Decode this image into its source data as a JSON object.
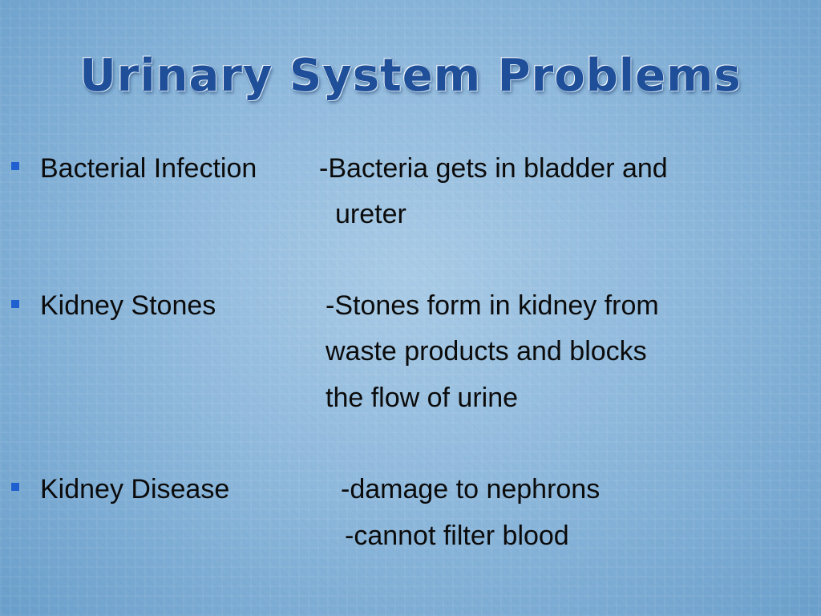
{
  "slide": {
    "title": "Urinary System Problems"
  },
  "items": [
    {
      "term": "Bacterial Infection",
      "desc_lines": [
        "-Bacteria gets in bladder and",
        "ureter"
      ]
    },
    {
      "term": "Kidney Stones",
      "desc_lines": [
        "-Stones form in kidney from",
        "waste products and blocks",
        "the flow of urine"
      ]
    },
    {
      "term": "Kidney Disease",
      "desc_lines": [
        "-damage to nephrons",
        "-cannot filter blood"
      ]
    }
  ],
  "colors": {
    "title": "#1f4f99",
    "bullet": "#1f5fd0",
    "text": "#0b0b0b"
  }
}
